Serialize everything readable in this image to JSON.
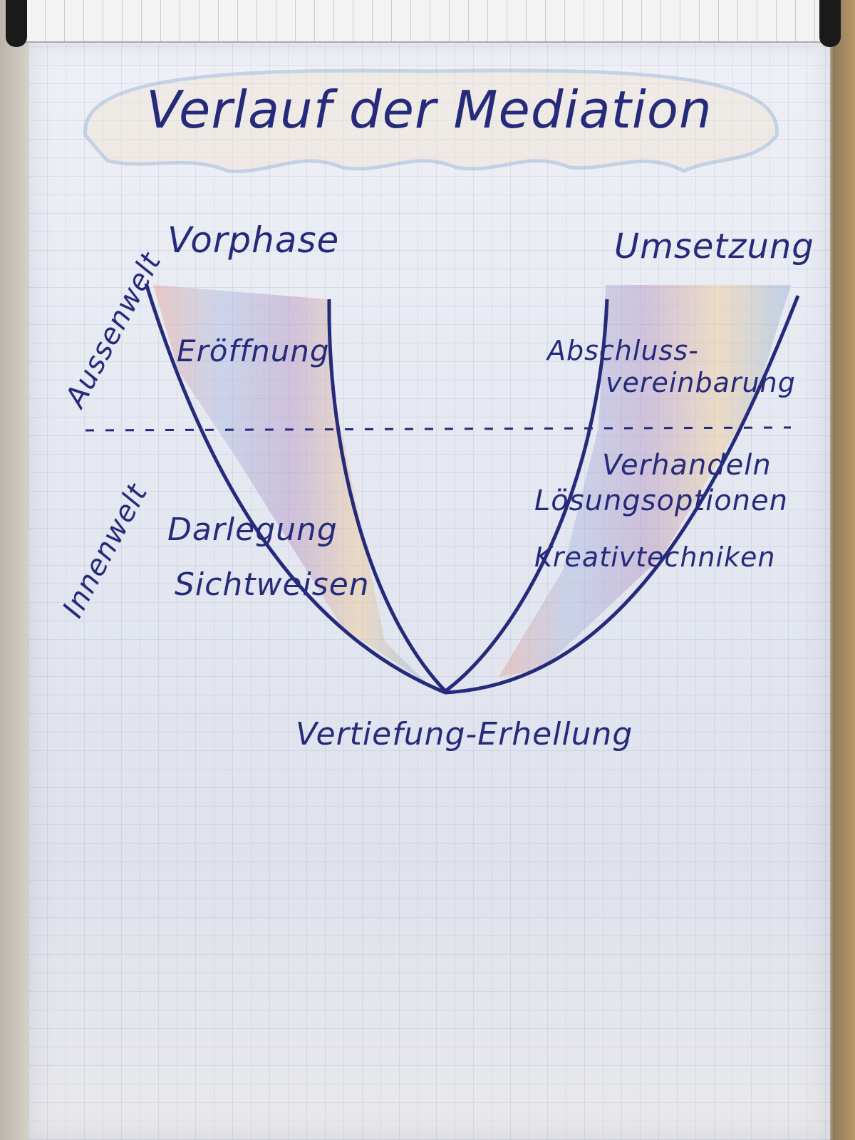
{
  "title": "Verlauf der Mediation",
  "zones": {
    "outer": "Aussenwelt",
    "inner": "Innenwelt"
  },
  "phases": {
    "left_top": "Vorphase",
    "right_top": "Umsetzung",
    "left_upper": "Eröffnung",
    "right_upper_1": "Abschluss-",
    "right_upper_2": "vereinbarung",
    "left_lower_1": "Darlegung",
    "left_lower_2": "Sichtweisen",
    "right_lower_1": "Verhandeln",
    "right_lower_2": "Lösungsoptionen",
    "right_lower_3": "Kreativtechniken",
    "bottom": "Vertiefung-Erhellung"
  },
  "colors": {
    "ink": "#262a7a",
    "paper": "#e6e9f2"
  }
}
